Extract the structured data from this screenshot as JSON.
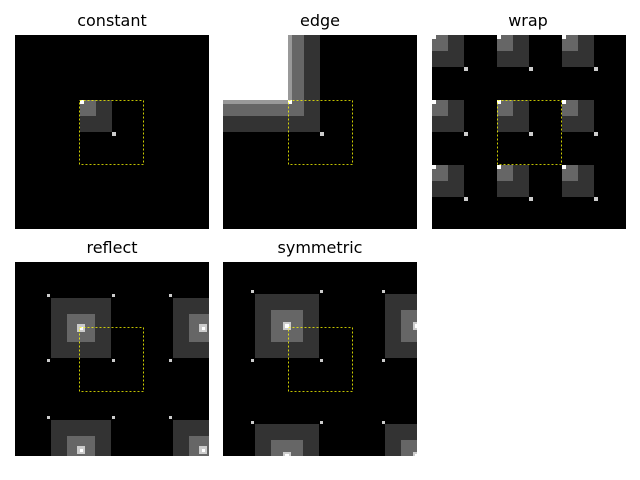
{
  "figure": {
    "panels": [
      {
        "title": "constant"
      },
      {
        "title": "edge"
      },
      {
        "title": "wrap"
      },
      {
        "title": "reflect"
      },
      {
        "title": "symmetric"
      }
    ],
    "colors": {
      "background": "#000000",
      "dark_gray": "#333333",
      "mid_gray": "#666666",
      "light_gray": "#999999",
      "near_white": "#cccccc",
      "white": "#ffffff",
      "outline": "#ffff00"
    }
  }
}
